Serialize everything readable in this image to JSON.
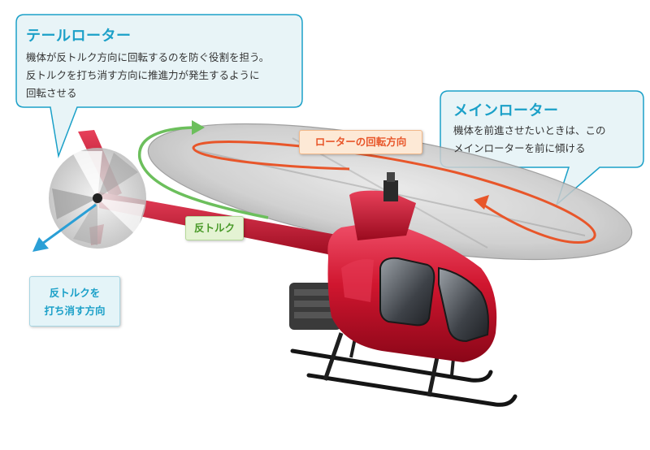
{
  "tail_rotor_bubble": {
    "title": "テールローター",
    "lines": [
      "機体が反トルク方向に回転するのを防ぐ役割を担う。",
      "反トルクを打ち消す方向に推進力が発生するように",
      "回転させる"
    ]
  },
  "main_rotor_bubble": {
    "title": "メインローター",
    "lines": [
      "機体を前進させたいときは、この",
      "メインローターを前に傾ける"
    ]
  },
  "labels": {
    "rotor_rotation": "ローターの回転方向",
    "anti_torque": "反トルク",
    "counter_torque_line1": "反トルクを",
    "counter_torque_line2": "打ち消す方向"
  },
  "colors": {
    "accent_blue": "#1ba0c8",
    "rotation_red": "#e8562a",
    "torque_green": "#6cbf5c",
    "fuselage_red": "#c8102e"
  }
}
